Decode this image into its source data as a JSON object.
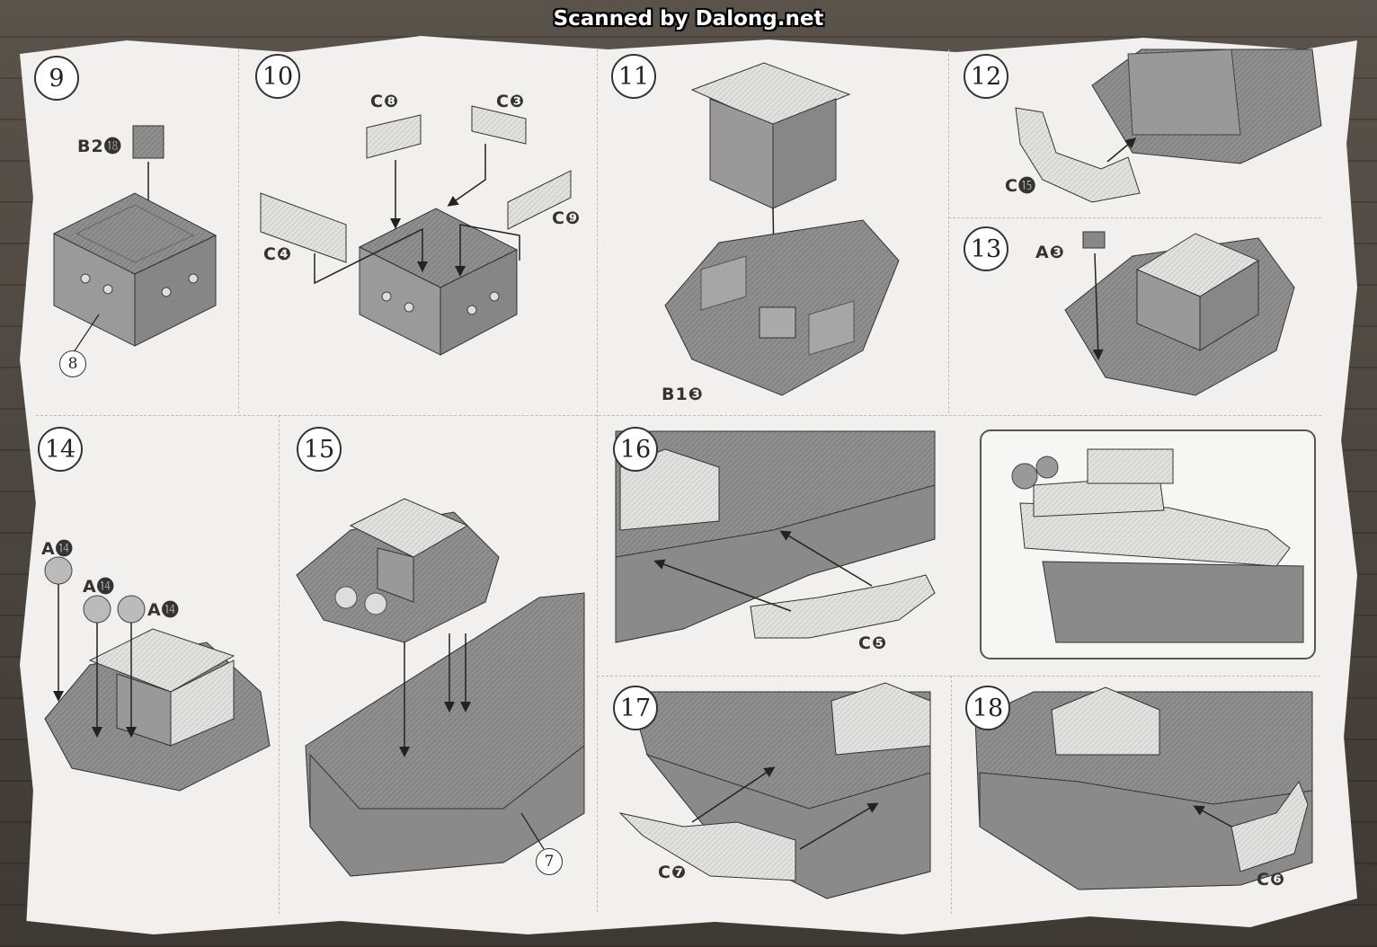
{
  "watermark": "Scanned by Dalong.net",
  "steps": [
    {
      "num": "9",
      "labels": [
        "B2⓲",
        "8"
      ]
    },
    {
      "num": "10",
      "labels": [
        "C❽",
        "C❸",
        "C❹",
        "C❾"
      ]
    },
    {
      "num": "11",
      "labels": [
        "B1❸"
      ]
    },
    {
      "num": "12",
      "labels": [
        "C⓯"
      ]
    },
    {
      "num": "13",
      "labels": [
        "A❸"
      ]
    },
    {
      "num": "14",
      "labels": [
        "A⓮",
        "A⓮",
        "A⓮"
      ]
    },
    {
      "num": "15",
      "labels": [
        "7"
      ]
    },
    {
      "num": "16",
      "labels": [
        "C❺"
      ]
    },
    {
      "num": "17",
      "labels": [
        "C❼"
      ]
    },
    {
      "num": "18",
      "labels": [
        "C❻"
      ]
    }
  ],
  "colors": {
    "paper": "#f1f0ee",
    "part_gray": "#8e8e8e",
    "part_light": "#dcdcda",
    "line": "#333333"
  }
}
